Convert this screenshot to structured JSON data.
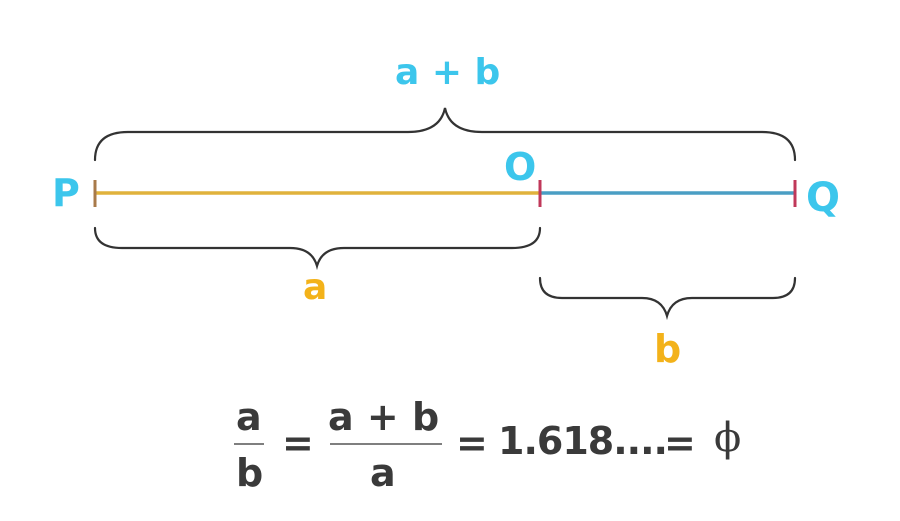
{
  "diagram": {
    "point_p": "P",
    "point_o": "O",
    "point_q": "Q",
    "label_sum": "a + b",
    "label_a": "a",
    "label_b": "b"
  },
  "formula": {
    "frac1_num": "a",
    "frac1_den": "b",
    "eq1": "=",
    "frac2_num": "a + b",
    "frac2_den": "a",
    "eq2": "=",
    "value": "1.618....",
    "eq3": "=",
    "phi": "ϕ"
  },
  "colors": {
    "label_cyan": "#3cc6ec",
    "label_gold": "#f3b21a",
    "segment_a": "#e0b23c",
    "segment_b": "#4a9ec4",
    "tick_p": "#a87a4a",
    "tick_oq": "#c0385a",
    "brace": "#333333",
    "formula_text": "#3a3a3a"
  }
}
